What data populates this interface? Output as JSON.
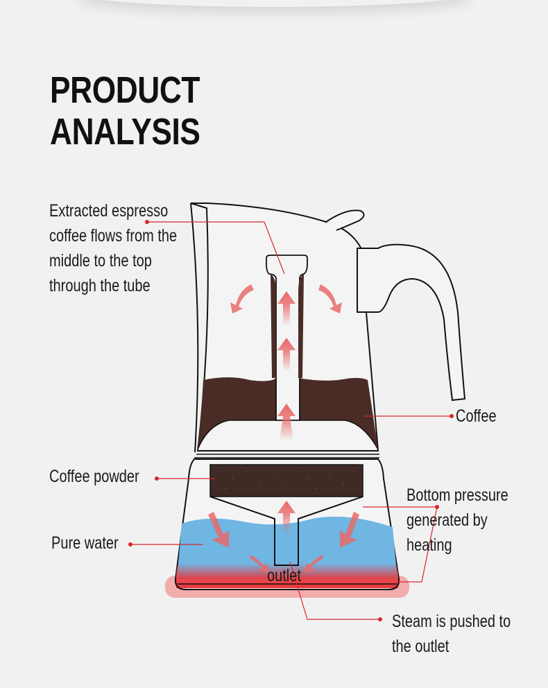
{
  "title": {
    "line1": "PRODUCT",
    "line2": "ANALYSIS"
  },
  "labels": {
    "extracted": [
      "Extracted espresso",
      "coffee flows from the",
      "middle to the top",
      "through  the tube"
    ],
    "coffee": "Coffee",
    "coffee_powder": "Coffee powder",
    "bottom_pressure": [
      "Bottom pressure",
      "generated by",
      "heating"
    ],
    "pure_water": "Pure water",
    "outlet": "outlet",
    "steam": [
      "Steam is pushed to",
      "the outlet"
    ]
  },
  "colors": {
    "background": "#f1f1f1",
    "coffee": "#4a2c27",
    "water": "#6fb6e3",
    "heat": "#e8383c",
    "arrow": "#e86a6a",
    "leader": "#d8262c"
  }
}
